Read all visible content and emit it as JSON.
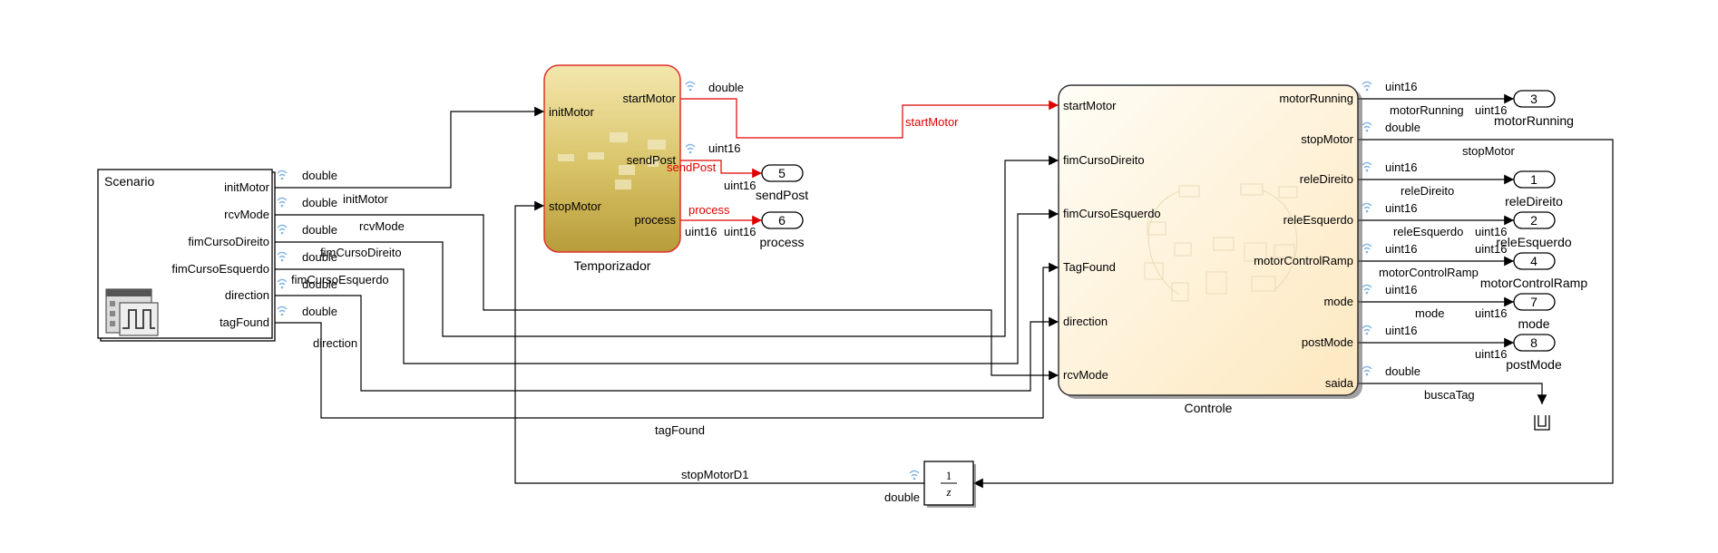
{
  "scenario": {
    "title": "Scenario",
    "ports": [
      "initMotor",
      "rcvMode",
      "fimCursoDireito",
      "fimCursoEsquerdo",
      "direction",
      "tagFound"
    ],
    "types": [
      "double",
      "double",
      "double",
      "double",
      "double",
      "double"
    ]
  },
  "temporizador": {
    "name": "Temporizador",
    "inputs": [
      "initMotor",
      "stopMotor"
    ],
    "outputs": [
      "startMotor",
      "sendPost",
      "process"
    ]
  },
  "controle": {
    "name": "Controle",
    "inputs": [
      "startMotor",
      "fimCursoDireito",
      "fimCursoEsquerdo",
      "TagFound",
      "direction",
      "rcvMode"
    ],
    "outputs": [
      "motorRunning",
      "stopMotor",
      "releDireito",
      "releEsquerdo",
      "motorControlRamp",
      "mode",
      "postMode",
      "saida"
    ]
  },
  "delay": {
    "numerator": "1",
    "denominator": "z"
  },
  "signals": {
    "double": "double",
    "uint16": "uint16",
    "initMotor": "initMotor",
    "rcvMode": "rcvMode",
    "fimCursoDireito": "fimCursoDireito",
    "fimCursoEsquerdo": "fimCursoEsquerdo",
    "direction": "direction",
    "tagFound": "tagFound",
    "startMotor": "startMotor",
    "sendPost": "sendPost",
    "process": "process",
    "stopMotor": "stopMotor",
    "stopMotorD1": "stopMotorD1",
    "motorRunning": "motorRunning",
    "releDireito": "releDireito",
    "releEsquerdo": "releEsquerdo",
    "motorControlRamp": "motorControlRamp",
    "mode": "mode",
    "buscaTag": "buscaTag"
  },
  "outports": [
    {
      "num": "5",
      "name": "sendPost"
    },
    {
      "num": "6",
      "name": "process"
    },
    {
      "num": "3",
      "name": "motorRunning"
    },
    {
      "num": "1",
      "name": "releDireito"
    },
    {
      "num": "2",
      "name": "releEsquerdo"
    },
    {
      "num": "4",
      "name": "motorControlRamp"
    },
    {
      "num": "7",
      "name": "mode"
    },
    {
      "num": "8",
      "name": "postMode"
    }
  ],
  "colors": {
    "temporizador_fill": "#d9c46a",
    "temporizador_border": "#e0302a",
    "controle_fill": "#fdf0d6",
    "highlight_red": "#e00000",
    "wifi_icon": "#7fb2e0"
  }
}
